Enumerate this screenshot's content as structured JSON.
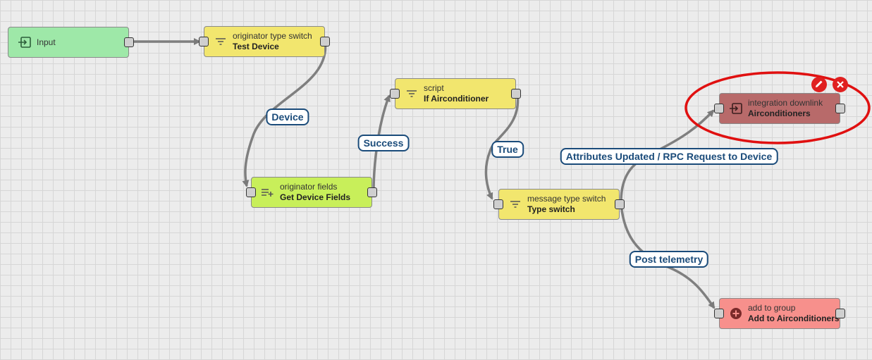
{
  "nodes": {
    "input": {
      "label": "Input",
      "color": "#9ee8a8",
      "icon": "input-icon"
    },
    "originator_type_switch": {
      "type": "originator type switch",
      "name": "Test Device",
      "color": "#f2e66e",
      "icon": "filter-icon"
    },
    "originator_fields": {
      "type": "originator fields",
      "name": "Get Device Fields",
      "color": "#c8ef5a",
      "icon": "enrichment-icon"
    },
    "script": {
      "type": "script",
      "name": "If Airconditioner",
      "color": "#f2e66e",
      "icon": "filter-icon"
    },
    "message_type_switch": {
      "type": "message type switch",
      "name": "Type switch",
      "color": "#f2e66e",
      "icon": "filter-icon"
    },
    "integration_downlink": {
      "type": "integration downlink",
      "name": "Airconditioners",
      "color": "#b86a6a",
      "icon": "input-icon"
    },
    "add_to_group": {
      "type": "add to group",
      "name": "Add to Airconditioners",
      "color": "#f7908c",
      "icon": "add-circle-icon"
    }
  },
  "links": {
    "device": "Device",
    "success": "Success",
    "true": "True",
    "attributes_rpc": "Attributes Updated / RPC Request to Device",
    "post_telemetry": "Post telemetry"
  },
  "selection": {
    "highlight_color": "#e01010",
    "actions": [
      "edit-icon",
      "delete-icon"
    ]
  }
}
